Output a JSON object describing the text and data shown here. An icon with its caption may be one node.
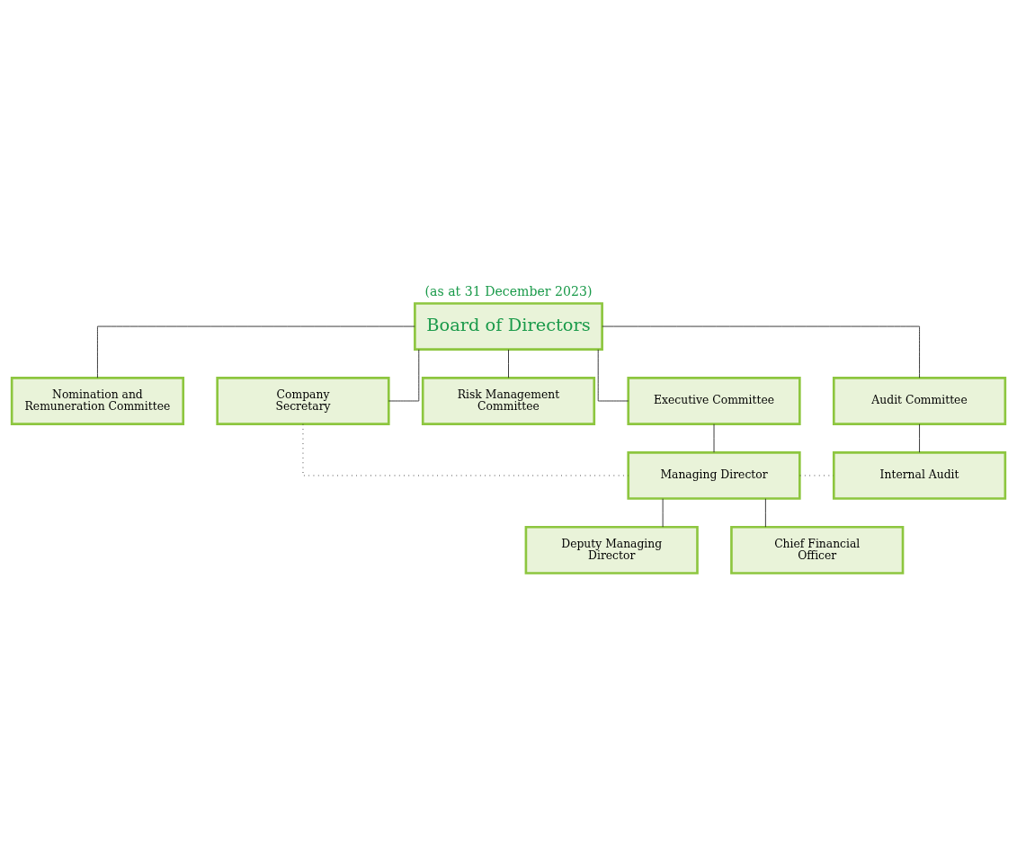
{
  "diagram": {
    "title": "(as at 31 December 2023)",
    "nodes": [
      {
        "text": [
          "Board of Directors"
        ]
      },
      {
        "text": [
          "Nomination and Remuneration Committee"
        ]
      },
      {
        "text": [
          "Audit Committee"
        ]
      },
      {
        "text": [
          "Risk Management Committee"
        ]
      },
      {
        "text": [
          "Company Secretary"
        ]
      },
      {
        "text": [
          "Executive Committee"
        ]
      },
      {
        "text": [
          "Managing Director"
        ]
      },
      {
        "text": [
          "Internal Audit"
        ]
      },
      {
        "text": [
          "Deputy Managing Director"
        ]
      },
      {
        "text": [
          "Chief Financial Officer"
        ]
      }
    ],
    "edges": [
      {
        "from": 0,
        "to": 1,
        "arrow": "none"
      },
      {
        "from": 0,
        "to": 2,
        "arrow": "none"
      },
      {
        "from": 0,
        "to": 3,
        "arrow": "none"
      },
      {
        "from": 0,
        "to": 4,
        "arrow": "none"
      },
      {
        "from": 0,
        "to": 5,
        "arrow": "none"
      },
      {
        "from": 2,
        "to": 7,
        "arrow": "none"
      },
      {
        "from": 5,
        "to": 6,
        "arrow": "none"
      },
      {
        "from": 4,
        "to": 6,
        "arrow": "none",
        "style": "dashed"
      },
      {
        "from": 6,
        "to": 7,
        "arrow": "none",
        "style": "dashed"
      },
      {
        "from": 6,
        "to": 8,
        "arrow": "none"
      },
      {
        "from": 6,
        "to": 9,
        "arrow": "none"
      }
    ]
  }
}
